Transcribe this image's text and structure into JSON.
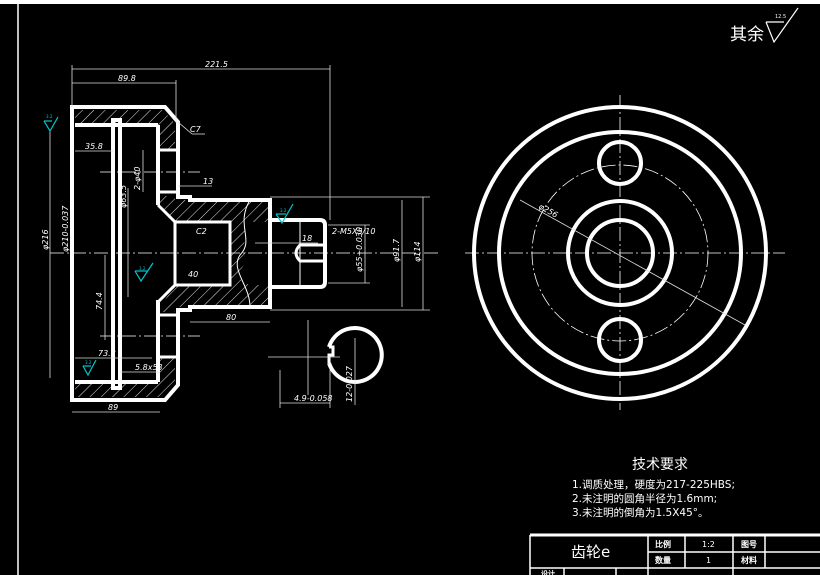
{
  "roughness_note": {
    "label": "其余",
    "value": "12.5"
  },
  "section_view": {
    "dimensions": {
      "overall_length": "221.5",
      "flange_width": "89.8",
      "chamfer_outer": "C7",
      "inner_depth": "35.8",
      "holes": "2-φ40",
      "hub_step": "13",
      "hole_circle": "φ63.5",
      "outer_diameter": "φ216",
      "bore_diameter": "φ210-0.037",
      "chamfer_inner": "C2",
      "bore_depth": "40",
      "web_dim": "74.4",
      "inner_width": "73.3",
      "keyway": "5.8x53",
      "flange_total": "89",
      "shaft_length": "80",
      "slot_depth": "18",
      "thread": "2-M5X5/10",
      "shaft_bore": "φ55+0.030",
      "shaft_dia": "φ91.7",
      "hub_dia": "φ114"
    },
    "roughness_marks": [
      "3.2",
      "3.2",
      "3.2",
      "3.2"
    ]
  },
  "key_section": {
    "width": "4.9-0.058",
    "height": "12-0.027"
  },
  "front_view": {
    "outer_diameter": "φ256"
  },
  "technical_requirements": {
    "title": "技术要求",
    "items": [
      "1.调质处理，硬度为217-225HBS;",
      "2.未注明的圆角半径为1.6mm;",
      "3.未注明的倒角为1.5X45°。"
    ]
  },
  "title_block": {
    "part_name": "齿轮e",
    "scale_label": "比例",
    "scale_value": "1:2",
    "drawing_no_label": "图号",
    "quantity_label": "数量",
    "quantity_value": "1",
    "material_label": "材料",
    "designer_label": "设计"
  }
}
